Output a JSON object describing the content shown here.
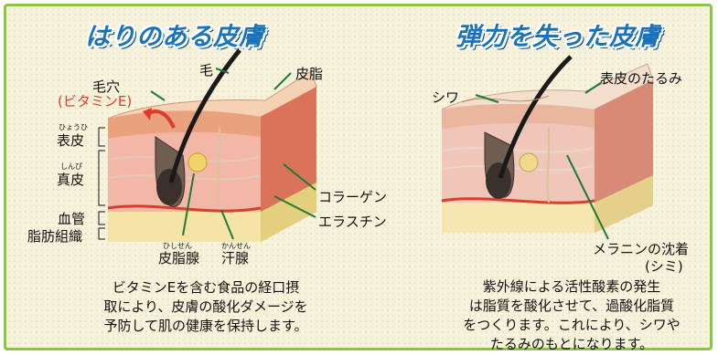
{
  "left": {
    "title": "はりのある皮膚",
    "labels": {
      "hair": "毛",
      "sebum": "皮脂",
      "pore": "毛穴",
      "vitamin_e": "(ビタミンE)",
      "epidermis": "表皮",
      "epidermis_ruby": "ひょうひ",
      "dermis": "真皮",
      "dermis_ruby": "しんぴ",
      "blood_vessel": "血管",
      "fat_tissue": "脂肪組織",
      "collagen": "コラーゲン",
      "elastin": "エラスチン",
      "sebaceous_gland": "皮脂腺",
      "sebaceous_ruby": "ひしせん",
      "sweat_gland": "汗腺",
      "sweat_ruby": "かんせん"
    },
    "caption": [
      "ビタミンEを含む食品の経口摂",
      "取により、皮膚の酸化ダメージを",
      "予防して肌の健康を保持します。"
    ]
  },
  "right": {
    "title": "弾力を失った皮膚",
    "labels": {
      "wrinkle": "シワ",
      "sagging": "表皮のたるみ",
      "melanin": "メラニンの沈着",
      "spot": "(シミ)"
    },
    "caption": [
      "紫外線による活性酸素の発生",
      "は脂質を酸化させて、過酸化脂質",
      "をつくります。これにより、シワや",
      "たるみのもとになります。"
    ]
  },
  "colors": {
    "title": "#1a73b8",
    "border": "#8cc63f",
    "accent_red": "#e03a2a",
    "label_line": "#1f7a3a"
  }
}
